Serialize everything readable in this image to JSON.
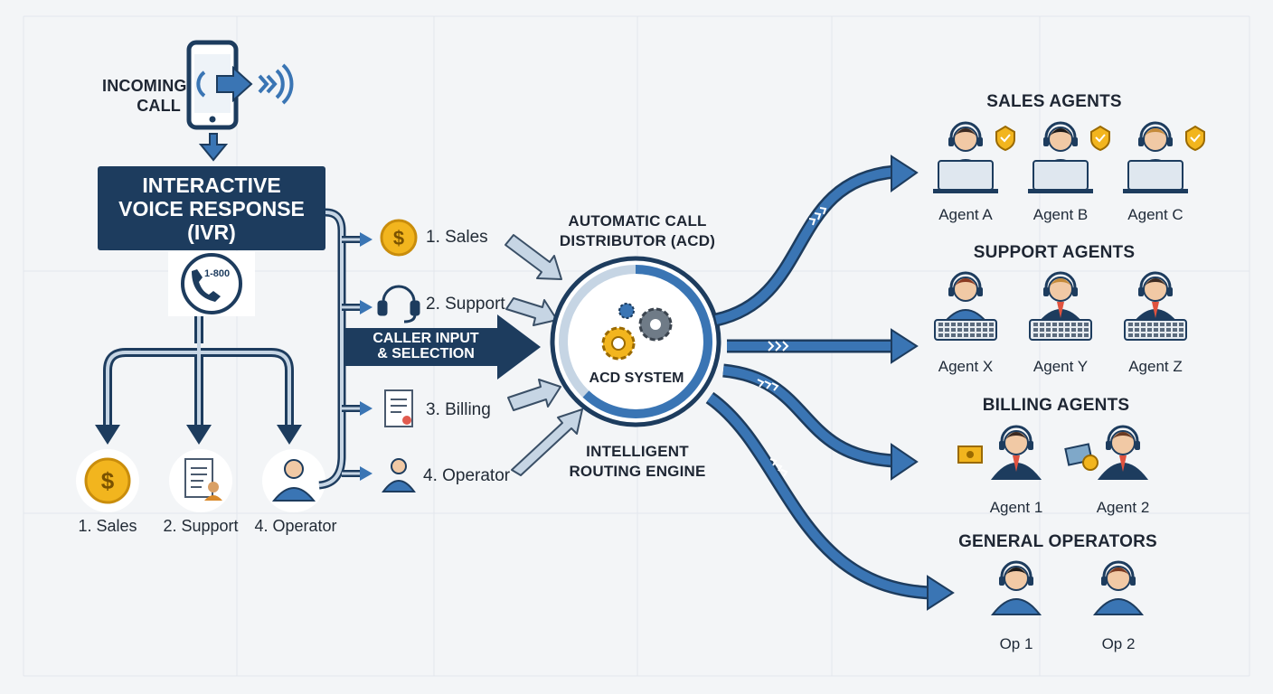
{
  "incoming_call": {
    "line1": "INCOMING",
    "line2": "CALL"
  },
  "ivr": {
    "line1": "INTERACTIVE",
    "line2": "VOICE RESPONSE",
    "line3": "(IVR)",
    "number_badge": "1-800"
  },
  "bottom_options": [
    "1. Sales",
    "2. Support",
    "4. Operator"
  ],
  "menu_options": [
    "1. Sales",
    "2. Support",
    "3. Billing",
    "4. Operator"
  ],
  "caller_input": {
    "line1": "CALLER INPUT",
    "line2": "& SELECTION"
  },
  "acd": {
    "title_line1": "AUTOMATIC CALL",
    "title_line2": "DISTRIBUTOR (ACD)",
    "center": "ACD SYSTEM",
    "sub_line1": "INTELLIGENT",
    "sub_line2": "ROUTING ENGINE"
  },
  "groups": {
    "sales": {
      "title": "SALES AGENTS",
      "agents": [
        "Agent A",
        "Agent B",
        "Agent C"
      ]
    },
    "support": {
      "title": "SUPPORT AGENTS",
      "agents": [
        "Agent X",
        "Agent Y",
        "Agent Z"
      ]
    },
    "billing": {
      "title": "BILLING AGENTS",
      "agents": [
        "Agent 1",
        "Agent 2"
      ]
    },
    "operators": {
      "title": "GENERAL OPERATORS",
      "agents": [
        "Op 1",
        "Op 2"
      ]
    }
  },
  "colors": {
    "navy": "#1d3c5e",
    "blue": "#3a75b4",
    "light_blue": "#c6d5e4",
    "gold": "#f2b51e",
    "background": "#f3f5f7"
  }
}
